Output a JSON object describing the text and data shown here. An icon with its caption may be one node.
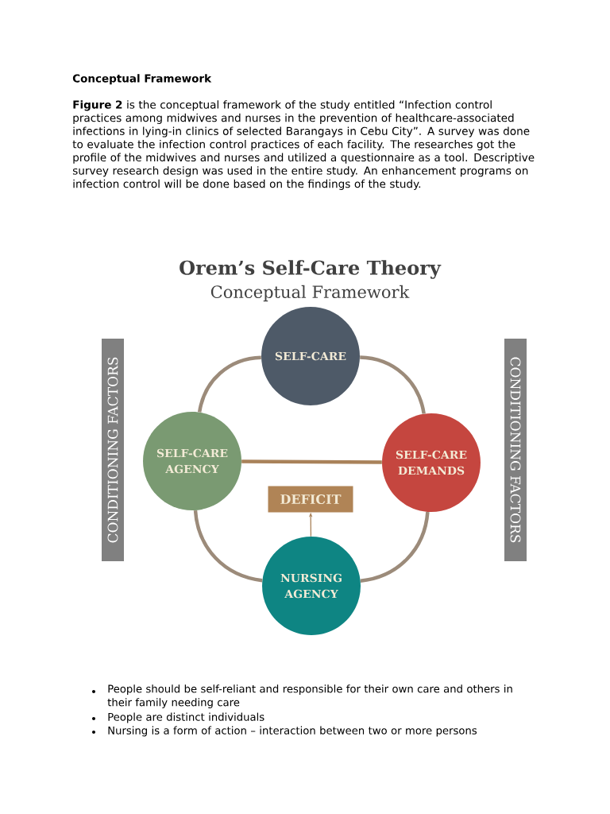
{
  "diagram": {
    "title": "Conceptual Framework",
    "nodes": [
      {
        "text": [
          "CONDITIONING FACTORS"
        ]
      },
      {
        "text": [
          "SELF-CARE"
        ]
      },
      {
        "text": [
          "CONDITIONING FACTORS"
        ]
      },
      {
        "text": [
          "SELF-CARE AGENCY"
        ]
      },
      {
        "text": [
          "SELF-CARE DEMANDS"
        ]
      },
      {
        "text": [
          "DEFICIT"
        ]
      },
      {
        "text": [
          "NURSING AGENCY"
        ]
      }
    ],
    "edges": [
      {
        "from": 1,
        "to": 3,
        "arrow": "none"
      },
      {
        "from": 1,
        "to": 4,
        "arrow": "none"
      },
      {
        "from": 3,
        "to": 4,
        "arrow": "none"
      },
      {
        "from": 3,
        "to": 6,
        "arrow": "none"
      },
      {
        "from": 4,
        "to": 6,
        "arrow": "none"
      },
      {
        "from": 6,
        "to": 5,
        "arrow": "to"
      }
    ],
    "labels": [
      "**Figure 2** is the conceptual framework of the study entitled “Infection control practices among midwives and nurses in the prevention of healthcare-associated infections in lying-in clinics of selected Barangays in Cebu City”. A survey was done to evaluate the infection control practices of each facility. The researches got the profile of the midwives and nurses and utilized a questionnaire as a tool. Descriptive survey research design was used in the entire study. An enhancement programs on infection control will be done based on the findings of the study.",
      "Orem’s Self-Care Theory",
      "Conceptual Framework",
      "People should be self-reliant and responsible for their own care and others in their family needing care",
      "People are distinct individuals",
      "Nursing is a form of action – interaction between two or more persons"
    ]
  }
}
